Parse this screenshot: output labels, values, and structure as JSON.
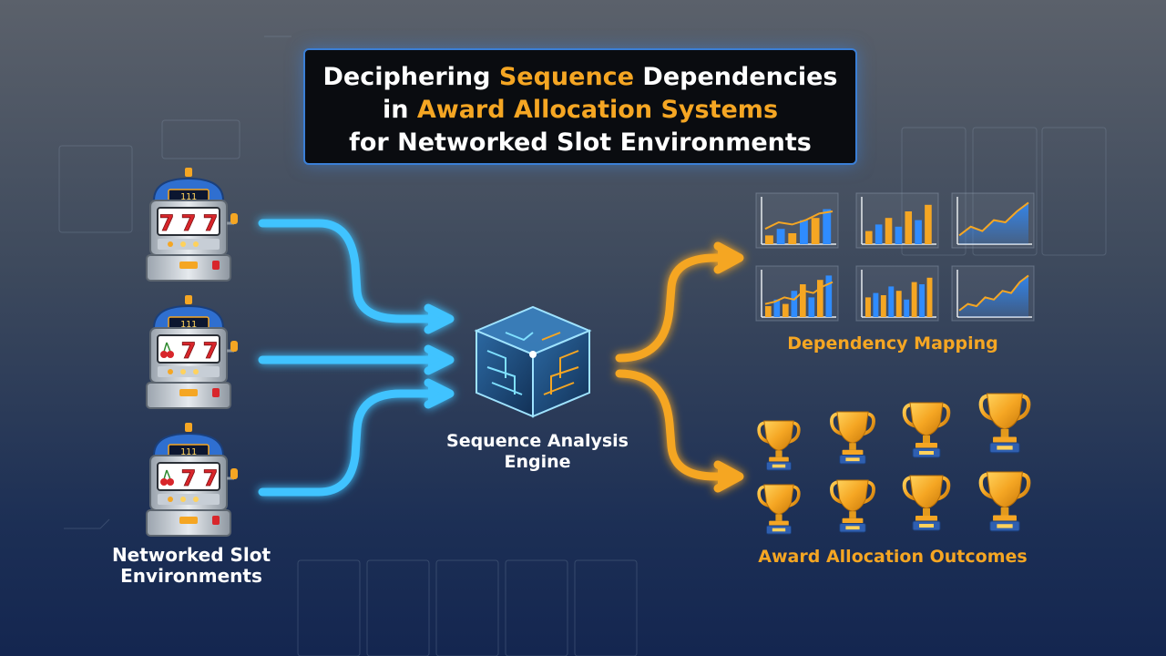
{
  "title": {
    "line1_pre": "Deciphering ",
    "line1_highlight": "Sequence",
    "line1_post": " Dependencies",
    "line2_pre": "in ",
    "line2_highlight": "Award Allocation Systems",
    "line3": "for Networked Slot Environments"
  },
  "nodes": {
    "slots_label": "Networked Slot Environments",
    "engine_label": "Sequence Analysis Engine",
    "dependency_label": "Dependency Mapping",
    "award_label": "Award Allocation Outcomes"
  },
  "slot_machines": [
    {
      "top_display": "111",
      "reels": [
        "7",
        "7",
        "7"
      ]
    },
    {
      "top_display": "111",
      "reels": [
        "cherry",
        "7",
        "7"
      ]
    },
    {
      "top_display": "111",
      "reels": [
        "cherry",
        "7",
        "7"
      ]
    }
  ],
  "icons": [
    "slot-machine-icon",
    "cube-chip-icon",
    "mini-chart-icon",
    "trophy-icon"
  ],
  "colors": {
    "input_flow": "#3fc3ff",
    "output_flow": "#f5a623",
    "title_accent": "#f5a623",
    "title_border": "#3b7fd6",
    "bar_blue": "#2f8cff",
    "bar_orange": "#f5a623"
  },
  "mini_charts": [
    {
      "type": "bar",
      "bars": [
        0.2,
        0.35,
        0.25,
        0.55,
        0.6,
        0.8
      ],
      "line": [
        0.35,
        0.5,
        0.45,
        0.55,
        0.7,
        0.75
      ]
    },
    {
      "type": "bar",
      "bars": [
        0.3,
        0.45,
        0.6,
        0.4,
        0.75,
        0.55,
        0.9
      ]
    },
    {
      "type": "area",
      "line": [
        0.2,
        0.4,
        0.3,
        0.55,
        0.5,
        0.75,
        0.95
      ]
    },
    {
      "type": "bar",
      "bars": [
        0.25,
        0.4,
        0.3,
        0.6,
        0.75,
        0.45,
        0.85,
        0.95
      ],
      "line": [
        0.3,
        0.35,
        0.45,
        0.4,
        0.6,
        0.55,
        0.7,
        0.8
      ]
    },
    {
      "type": "bar",
      "bars": [
        0.45,
        0.55,
        0.5,
        0.7,
        0.6,
        0.4,
        0.8,
        0.75,
        0.9
      ]
    },
    {
      "type": "area",
      "line": [
        0.15,
        0.3,
        0.25,
        0.45,
        0.4,
        0.6,
        0.55,
        0.8,
        0.95
      ]
    }
  ],
  "trophies_count": 8
}
